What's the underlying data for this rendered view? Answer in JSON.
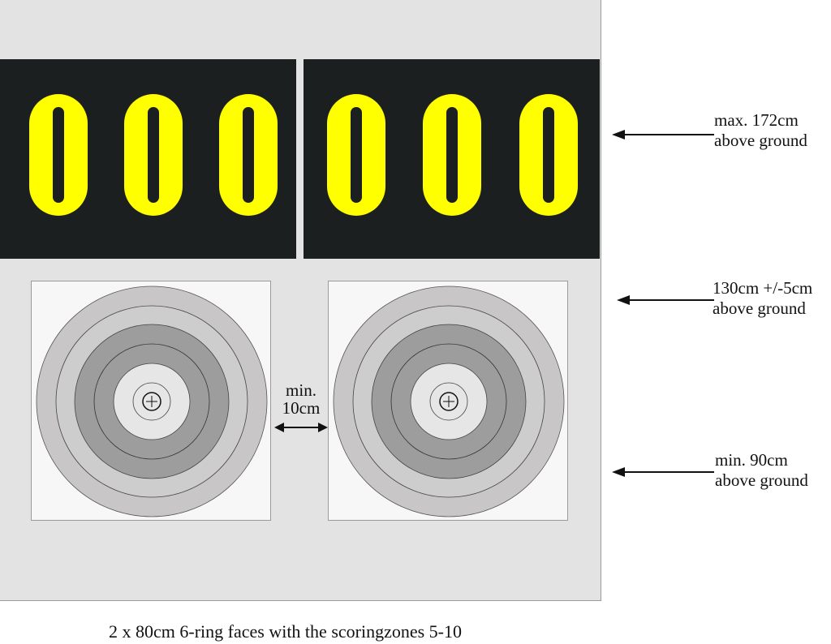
{
  "number_boards": [
    {
      "digits": [
        "0",
        "0",
        "0"
      ],
      "digit_color": "#ffff00",
      "background": "#1b1f1f"
    },
    {
      "digits": [
        "0",
        "0",
        "0"
      ],
      "digit_color": "#ffff00",
      "background": "#1b1f1f"
    }
  ],
  "target_faces": {
    "count": 2,
    "ring_colors": [
      "#c9c6c8",
      "#cdcdcd",
      "#9d9d9d",
      "#e6e6e6"
    ]
  },
  "gap_label": {
    "line1": "min.",
    "line2": "10cm"
  },
  "annotations": [
    {
      "line1": "max. 172cm",
      "line2": "above ground"
    },
    {
      "line1": "130cm +/-5cm",
      "line2": "above ground"
    },
    {
      "line1": "min. 90cm",
      "line2": "above ground"
    }
  ],
  "caption": "2 x 80cm 6-ring faces with the scoringzones 5-10"
}
